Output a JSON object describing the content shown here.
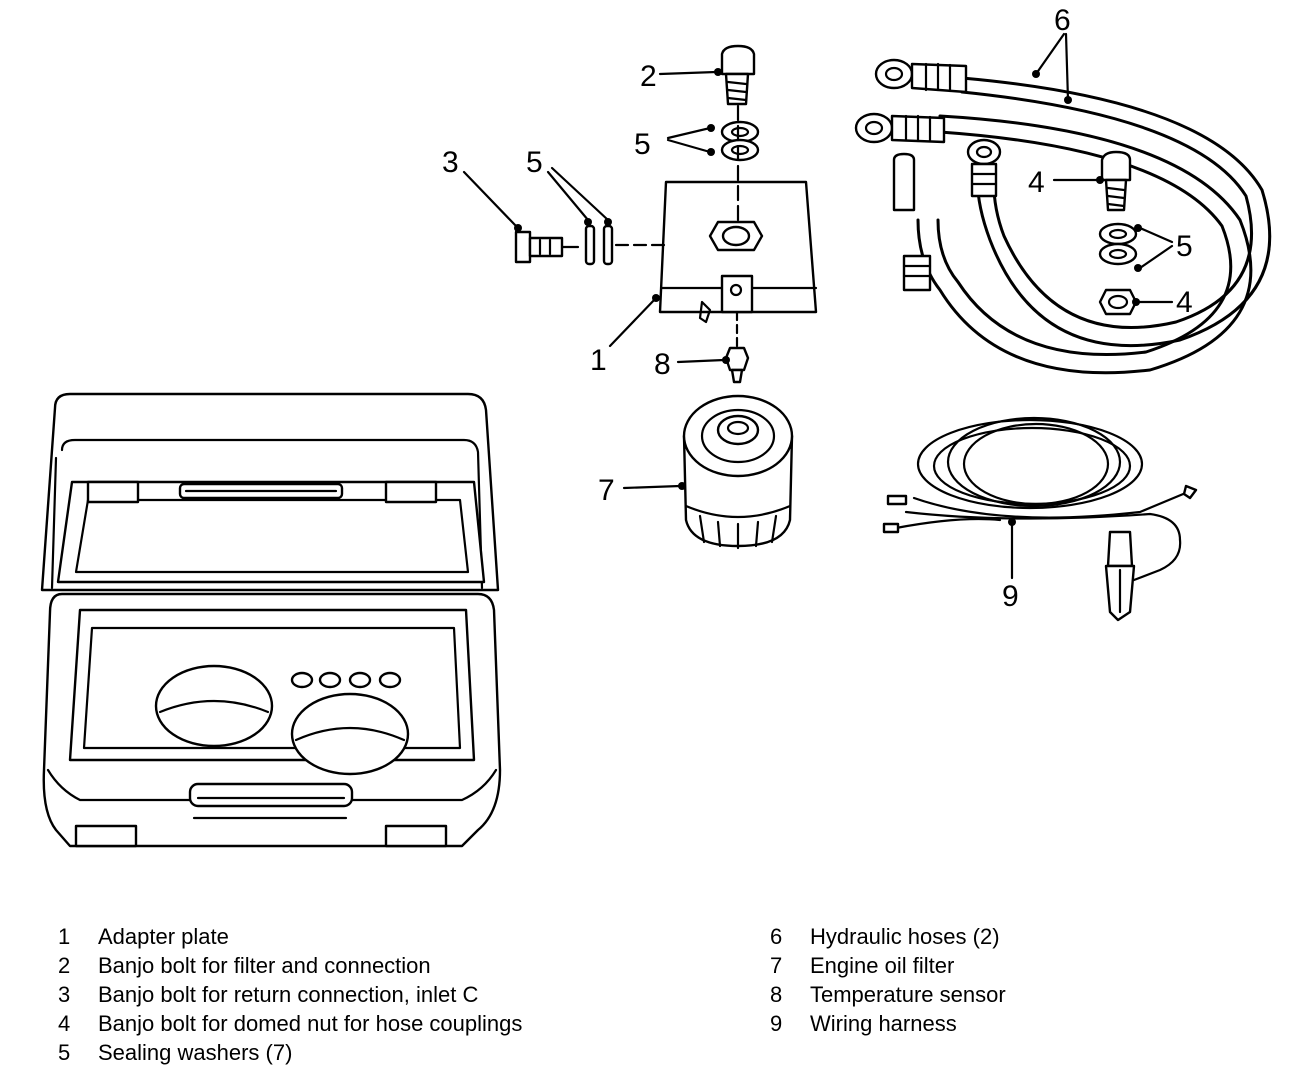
{
  "callouts": {
    "c1": "1",
    "c2": "2",
    "c3": "3",
    "c4a": "4",
    "c4b": "4",
    "c5a": "5",
    "c5b": "5",
    "c5c": "5",
    "c6": "6",
    "c7": "7",
    "c8": "8",
    "c9": "9"
  },
  "legend": {
    "left": [
      {
        "num": "1",
        "text": "Adapter plate"
      },
      {
        "num": "2",
        "text": "Banjo bolt for filter and connection"
      },
      {
        "num": "3",
        "text": "Banjo bolt for return connection, inlet C"
      },
      {
        "num": "4",
        "text": "Banjo bolt for domed nut for hose couplings"
      },
      {
        "num": "5",
        "text": "Sealing washers (7)"
      }
    ],
    "right": [
      {
        "num": "6",
        "text": "Hydraulic hoses (2)"
      },
      {
        "num": "7",
        "text": "Engine oil filter"
      },
      {
        "num": "8",
        "text": "Temperature sensor"
      },
      {
        "num": "9",
        "text": "Wiring harness"
      }
    ]
  }
}
